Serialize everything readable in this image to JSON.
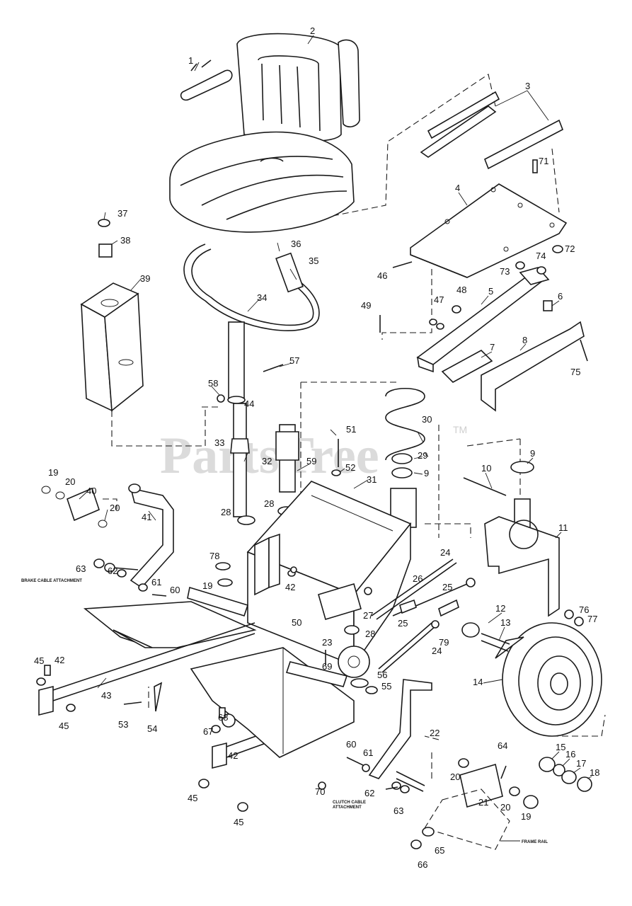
{
  "watermark": {
    "text": "PartsTree",
    "tm": "TM"
  },
  "annotations": {
    "brake_cable": "BRAKE CABLE ATTACHMENT",
    "clutch_cable_1": "CLUTCH CABLE",
    "clutch_cable_2": "ATTACHMENT",
    "frame_rail": "FRAME RAIL"
  },
  "callouts": [
    "1",
    "2",
    "3",
    "4",
    "5",
    "6",
    "7",
    "8",
    "9",
    "10",
    "11",
    "12",
    "13",
    "14",
    "15",
    "16",
    "17",
    "18",
    "19",
    "20",
    "21",
    "22",
    "23",
    "24",
    "25",
    "26",
    "27",
    "28",
    "29",
    "30",
    "31",
    "32",
    "33",
    "34",
    "35",
    "36",
    "37",
    "38",
    "39",
    "40",
    "41",
    "42",
    "43",
    "44",
    "45",
    "46",
    "47",
    "48",
    "49",
    "50",
    "51",
    "52",
    "53",
    "54",
    "55",
    "56",
    "57",
    "58",
    "59",
    "60",
    "61",
    "62",
    "63",
    "64",
    "65",
    "66",
    "67",
    "68",
    "69",
    "70",
    "71",
    "72",
    "73",
    "74",
    "75",
    "76",
    "77",
    "78",
    "79"
  ],
  "colors": {
    "ink": "#1a1a1a",
    "paper": "#ffffff",
    "watermark": "#cfcfcf"
  }
}
